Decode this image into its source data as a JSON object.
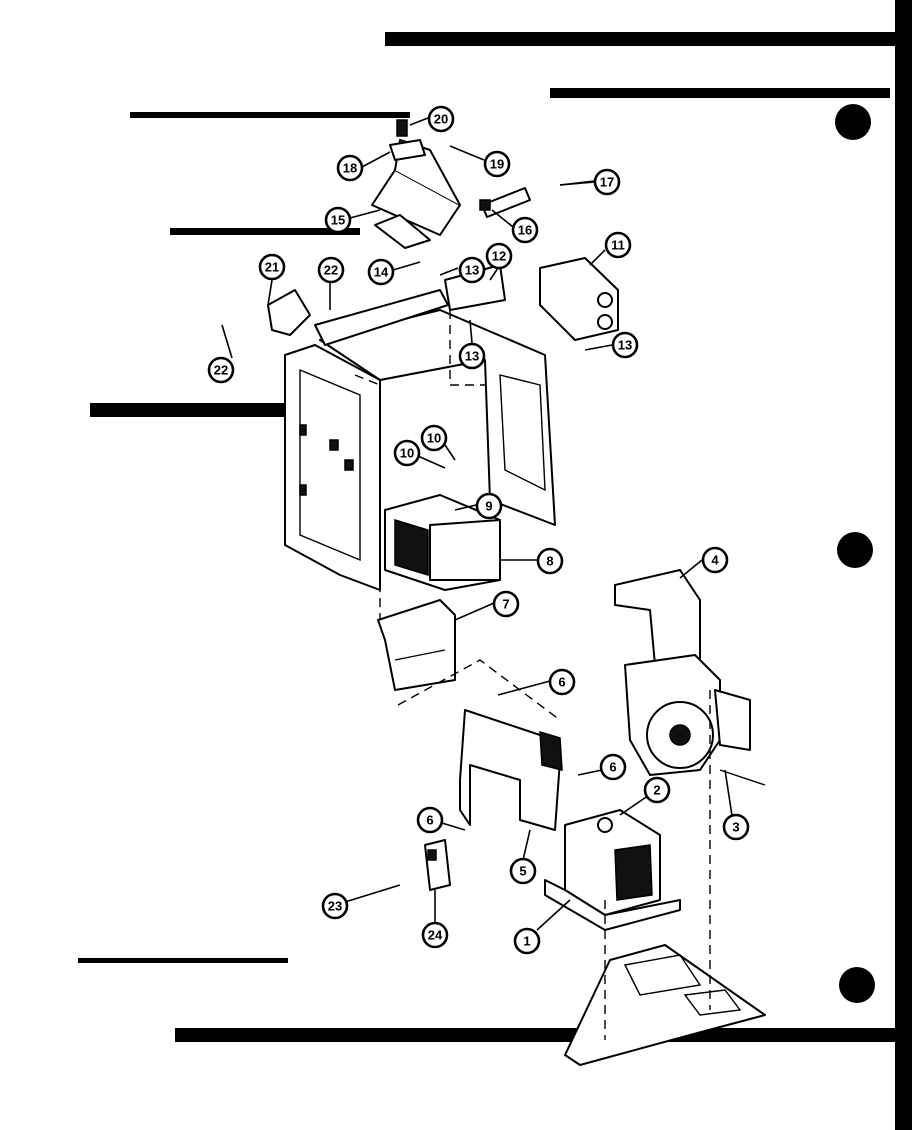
{
  "callouts": [
    {
      "id": "20",
      "label": "20"
    },
    {
      "id": "19",
      "label": "19"
    },
    {
      "id": "18",
      "label": "18"
    },
    {
      "id": "17",
      "label": "17"
    },
    {
      "id": "16",
      "label": "16"
    },
    {
      "id": "15",
      "label": "15"
    },
    {
      "id": "21",
      "label": "21"
    },
    {
      "id": "22a",
      "label": "22"
    },
    {
      "id": "14",
      "label": "14"
    },
    {
      "id": "13a",
      "label": "13"
    },
    {
      "id": "12",
      "label": "12"
    },
    {
      "id": "11",
      "label": "11"
    },
    {
      "id": "13b",
      "label": "13"
    },
    {
      "id": "13c",
      "label": "13"
    },
    {
      "id": "22b",
      "label": "22"
    },
    {
      "id": "10a",
      "label": "10"
    },
    {
      "id": "10b",
      "label": "10"
    },
    {
      "id": "9",
      "label": "9"
    },
    {
      "id": "8",
      "label": "8"
    },
    {
      "id": "4",
      "label": "4"
    },
    {
      "id": "7",
      "label": "7"
    },
    {
      "id": "6a",
      "label": "6"
    },
    {
      "id": "6b",
      "label": "6"
    },
    {
      "id": "2",
      "label": "2"
    },
    {
      "id": "3",
      "label": "3"
    },
    {
      "id": "6c",
      "label": "6"
    },
    {
      "id": "5",
      "label": "5"
    },
    {
      "id": "23",
      "label": "23"
    },
    {
      "id": "24",
      "label": "24"
    },
    {
      "id": "1",
      "label": "1"
    }
  ]
}
